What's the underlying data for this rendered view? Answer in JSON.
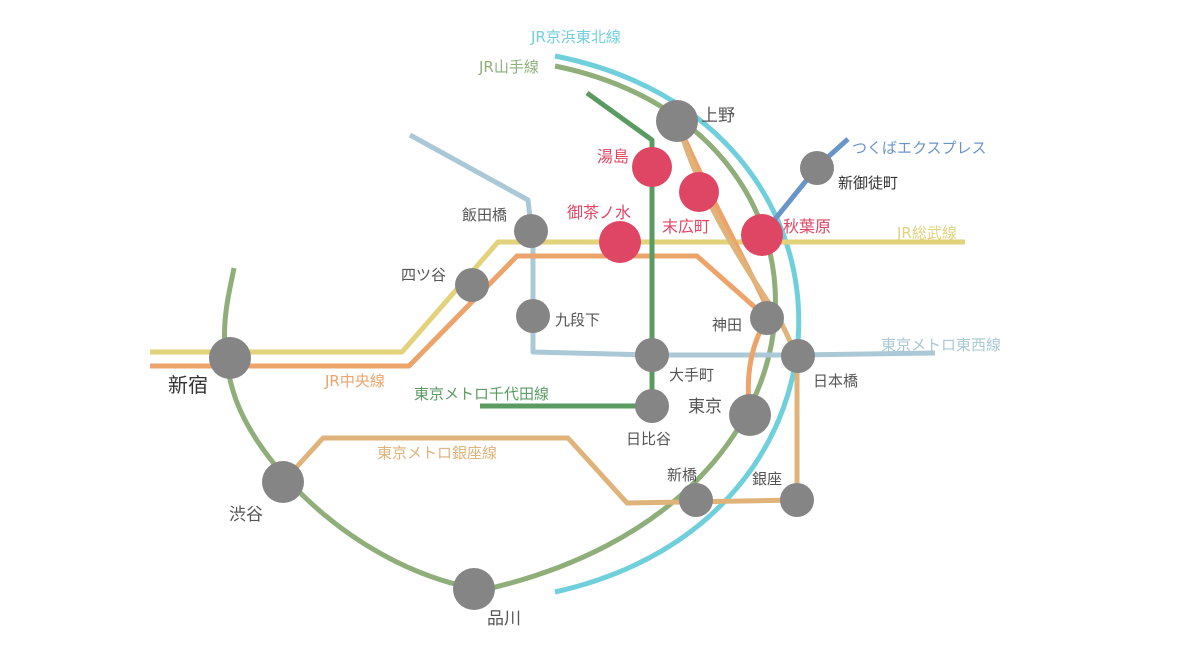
{
  "colors": {
    "keihin_tohoku": "#6fd0dc",
    "yamanote": "#8fae7a",
    "chiyoda": "#5a9b62",
    "sobu": "#e2d27a",
    "chuo": "#eca46a",
    "tozai": "#aac8d6",
    "ginza": "#dfb37a",
    "tsukuba": "#6a95c9",
    "station": "#858585",
    "highlight": "#df4664",
    "label": "#555555",
    "label_dark": "#333333"
  },
  "lines": {
    "keihin_tohoku": "JR京浜東北線",
    "yamanote": "JR山手線",
    "tsukuba": "つくばエクスプレス",
    "sobu": "JR総武線",
    "tozai": "東京メトロ東西線",
    "chuo": "JR中央線",
    "chiyoda": "東京メトロ千代田線",
    "ginza": "東京メトロ銀座線"
  },
  "stations": {
    "ueno": "上野",
    "yushima": "湯島",
    "suehirocho": "末広町",
    "ochanomizu": "御茶ノ水",
    "akihabara": "秋葉原",
    "shin_okachimachi": "新御徒町",
    "iidabashi": "飯田橋",
    "yotsuya": "四ツ谷",
    "kudanshita": "九段下",
    "kanda": "神田",
    "otemachi": "大手町",
    "nihombashi": "日本橋",
    "shinjuku": "新宿",
    "tokyo": "東京",
    "hibiya": "日比谷",
    "shimbashi": "新橋",
    "ginza": "銀座",
    "shibuya": "渋谷",
    "shinagawa": "品川"
  }
}
